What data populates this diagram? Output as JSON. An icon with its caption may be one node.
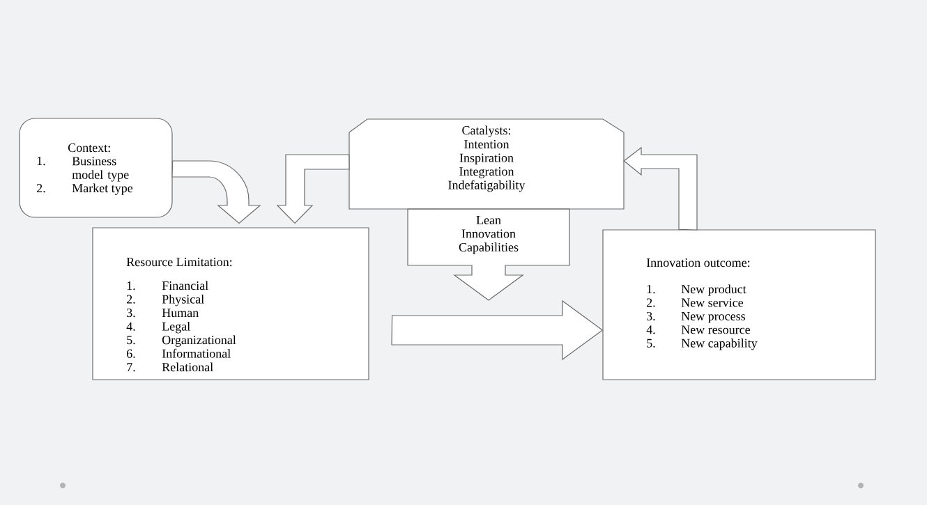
{
  "diagram": {
    "nodes": [
      {
        "text": [
          "Context:",
          "1.",
          "Business model type",
          "2.",
          "Market type"
        ]
      },
      {
        "text": [
          "Catalysts:",
          "Intention",
          "Inspiration",
          "Integration",
          "Indefatigability"
        ]
      },
      {
        "text": [
          "Resource Limitation:",
          "1.",
          "Financial",
          "2.",
          "Physical",
          "3.",
          "Human",
          "4.",
          "Legal",
          "5.",
          "Organizational",
          "6.",
          "Informational",
          "7.",
          "Relational"
        ]
      },
      {
        "text": [
          "Innovation outcome:",
          "1.",
          "New product",
          "2.",
          "New service",
          "3.",
          "New process",
          "4.",
          "New resource",
          "5.",
          "New capability"
        ]
      }
    ],
    "edges": [
      {
        "from": 0,
        "to": 2,
        "arrow": "to"
      },
      {
        "from": 1,
        "to": 2,
        "arrow": "to"
      },
      {
        "from": 1,
        "to": null,
        "arrow": "to",
        "label": "Lean Innovation Capabilities"
      },
      {
        "from": 2,
        "to": 3,
        "arrow": "to"
      },
      {
        "from": 3,
        "to": 1,
        "arrow": "to"
      }
    ]
  }
}
